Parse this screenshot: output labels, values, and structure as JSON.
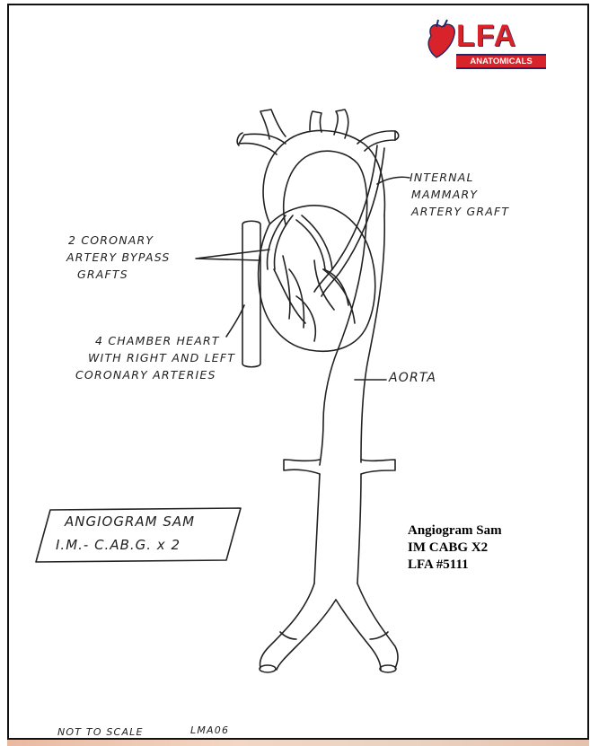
{
  "logo": {
    "brand": "LFA",
    "subtitle": "ANATOMICALS"
  },
  "labels": {
    "internal_mammary": [
      "INTERNAL",
      "MAMMARY",
      "ARTERY GRAFT"
    ],
    "bypass_grafts": [
      "2 CORONARY",
      "ARTERY BYPASS",
      "GRAFTS"
    ],
    "heart": [
      "4 CHAMBER HEART",
      "WITH RIGHT AND LEFT",
      "CORONARY ARTERIES"
    ],
    "aorta": "AORTA"
  },
  "handwritten_box": [
    "ANGIOGRAM SAM",
    "I.M.- C.AB.G. x 2"
  ],
  "typed_label": [
    "Angiogram Sam",
    "IM CABG X2",
    "LFA #5111"
  ],
  "footer": {
    "scale_note": "NOT TO SCALE",
    "code": "LMA06"
  },
  "colors": {
    "logo_red": "#d8232a",
    "logo_navy": "#1f2a6a",
    "ink": "#222222"
  }
}
